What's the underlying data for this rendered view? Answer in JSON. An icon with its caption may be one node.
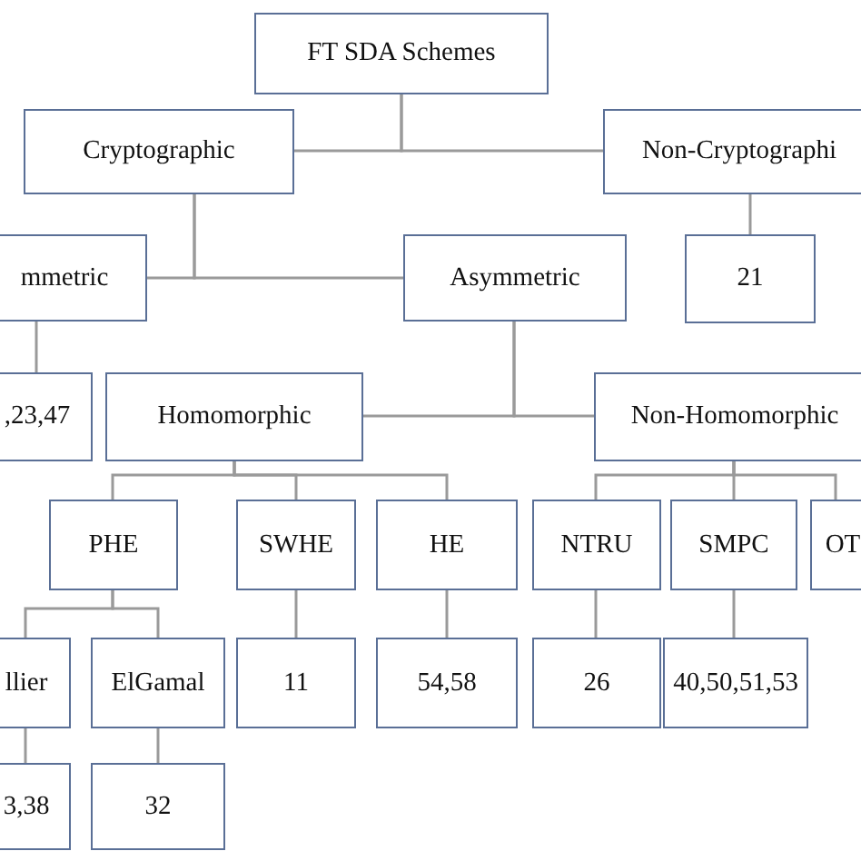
{
  "diagram": {
    "nodes": [
      {
        "text": [
          "FT SDA Schemes"
        ]
      },
      {
        "text": [
          "Cryptographic"
        ]
      },
      {
        "text": [
          "Non-Cryptographi"
        ]
      },
      {
        "text": [
          "mmetric"
        ]
      },
      {
        "text": [
          "Asymmetric"
        ]
      },
      {
        "text": [
          "21"
        ]
      },
      {
        "text": [
          ",23,47"
        ]
      },
      {
        "text": [
          "Homomorphic"
        ]
      },
      {
        "text": [
          "Non-Homomorphic"
        ]
      },
      {
        "text": [
          "PHE"
        ]
      },
      {
        "text": [
          "SWHE"
        ]
      },
      {
        "text": [
          "HE"
        ]
      },
      {
        "text": [
          "NTRU"
        ]
      },
      {
        "text": [
          "SMPC"
        ]
      },
      {
        "text": [
          "OT"
        ]
      },
      {
        "text": [
          "llier"
        ]
      },
      {
        "text": [
          "ElGamal"
        ]
      },
      {
        "text": [
          "11"
        ]
      },
      {
        "text": [
          "54,58"
        ]
      },
      {
        "text": [
          "26"
        ]
      },
      {
        "text": [
          "40,50,51,53"
        ]
      },
      {
        "text": [
          "3,38"
        ]
      },
      {
        "text": [
          "32"
        ]
      }
    ],
    "edges": [
      {
        "from": 0,
        "to": 1,
        "arrow": "none"
      },
      {
        "from": 0,
        "to": 2,
        "arrow": "none"
      },
      {
        "from": 1,
        "to": 3,
        "arrow": "none"
      },
      {
        "from": 1,
        "to": 4,
        "arrow": "none"
      },
      {
        "from": 2,
        "to": 5,
        "arrow": "none"
      },
      {
        "from": 3,
        "to": 6,
        "arrow": "none"
      },
      {
        "from": 4,
        "to": 7,
        "arrow": "none"
      },
      {
        "from": 4,
        "to": 8,
        "arrow": "none"
      },
      {
        "from": 7,
        "to": 9,
        "arrow": "none"
      },
      {
        "from": 7,
        "to": 10,
        "arrow": "none"
      },
      {
        "from": 7,
        "to": 11,
        "arrow": "none"
      },
      {
        "from": 8,
        "to": 12,
        "arrow": "none"
      },
      {
        "from": 8,
        "to": 13,
        "arrow": "none"
      },
      {
        "from": 8,
        "to": 14,
        "arrow": "none"
      },
      {
        "from": 9,
        "to": 15,
        "arrow": "none"
      },
      {
        "from": 9,
        "to": 16,
        "arrow": "none"
      },
      {
        "from": 10,
        "to": 17,
        "arrow": "none"
      },
      {
        "from": 11,
        "to": 18,
        "arrow": "none"
      },
      {
        "from": 12,
        "to": 19,
        "arrow": "none"
      },
      {
        "from": 13,
        "to": 20,
        "arrow": "none"
      },
      {
        "from": 15,
        "to": 21,
        "arrow": "none"
      },
      {
        "from": 16,
        "to": 22,
        "arrow": "none"
      }
    ]
  }
}
